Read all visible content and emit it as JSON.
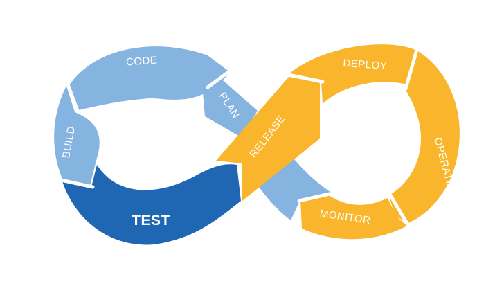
{
  "diagram": {
    "stages": {
      "code": "CODE",
      "build": "BUILD",
      "test": "TEST",
      "plan": "PLAN",
      "release": "RELEASE",
      "deploy": "DEPLOY",
      "operate": "OPERATE",
      "monitor": "MONITOR"
    },
    "colors": {
      "dev_light": "#85b4e0",
      "dev_dark": "#1f66b3",
      "ops": "#f9b52c"
    }
  }
}
